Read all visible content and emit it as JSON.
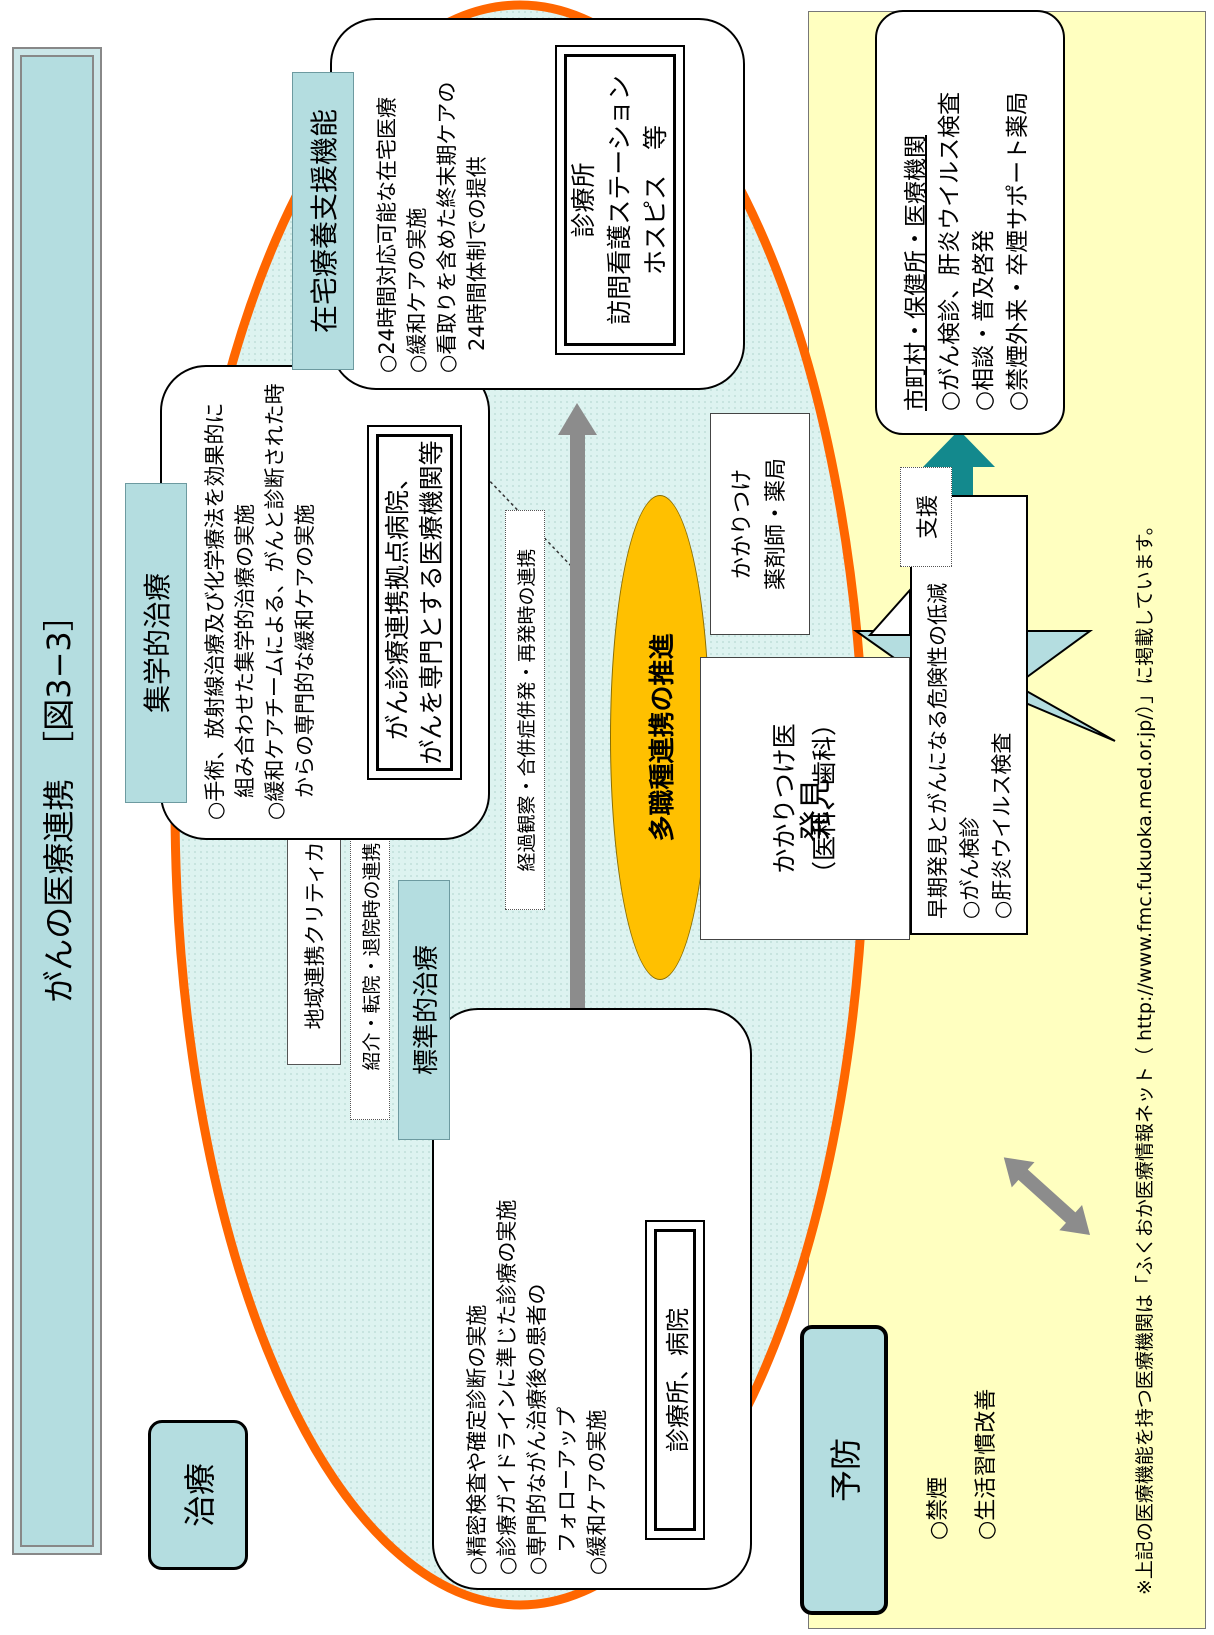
{
  "title": "がんの医療連携　［図3−3］",
  "treatment_label": "治療",
  "prevention_label": "予防",
  "standard": {
    "heading": "標準的治療",
    "items": [
      "○精密検査や確定診断の実施",
      "○診療ガイドラインに準じた診療の実施",
      "○専門的ながん治療後の患者の",
      "フォローアップ",
      "○緩和ケアの実施"
    ],
    "institution": "診療所、病院"
  },
  "multidisciplinary": {
    "heading": "集学的治療",
    "items": [
      "○手術、放射線治療及び化学療法を効果的に",
      "組み合わせた集学的治療の実施",
      "○緩和ケアチームによる、がんと診断された時",
      "からの専門的な緩和ケアの実施"
    ],
    "institution_lines": [
      "がん診療連携拠点病院、",
      "がんを専門とする医療機関等"
    ]
  },
  "home_care": {
    "heading": "在宅療養支援機能",
    "items": [
      "○24時間対応可能な在宅医療",
      "○緩和ケアの実施",
      "○看取りを含めた終末期ケアの",
      "24時間体制での提供"
    ],
    "institution_lines": [
      "診療所",
      "訪問看護ステーション",
      "ホスピス　等"
    ]
  },
  "links": {
    "critical_path": "地域連携クリティカルパス",
    "referral": "紹介・転院・退院時の連携",
    "follow_up": "経過観察・合併症併発・再発時の連携"
  },
  "center": {
    "promotion": "多職種連携の推進",
    "pharmacist_lines": [
      "かかりつけ",
      "薬剤師・薬局"
    ],
    "doctor_lines": [
      "かかりつけ医",
      "（医科、歯科）"
    ]
  },
  "discovery_label": "発見",
  "speech": {
    "lines": [
      "早期発見とがんになる危険性の低減",
      "○がん検診",
      "○肝炎ウイルス検査"
    ]
  },
  "support_label": "支援",
  "municipal": {
    "heading": "市町村・保健所・医療機関",
    "items": [
      "○がん検診、肝炎ウイルス検査",
      "○相談・普及啓発",
      "○禁煙外来・卒煙サポート薬局"
    ]
  },
  "prevention_items": [
    "○禁煙",
    "○生活習慣改善"
  ],
  "footnote": "※上記の医療機能を持つ医療機関は「ふくおか医療情報ネット（ http://www.fmc.fukuoka.med.or.jp/）」に掲載しています。",
  "colors": {
    "teal_fill": "#b4dde0",
    "yellow_panel": "#ffffc0",
    "ellipse_outline": "#ff6600",
    "ellipse_fill": "#ddf3f0",
    "promotion_fill": "#ffc000",
    "connector_gray": "#8c8c8c",
    "support_arrow": "#13898d",
    "burst_fill": "#e6b4f0"
  }
}
